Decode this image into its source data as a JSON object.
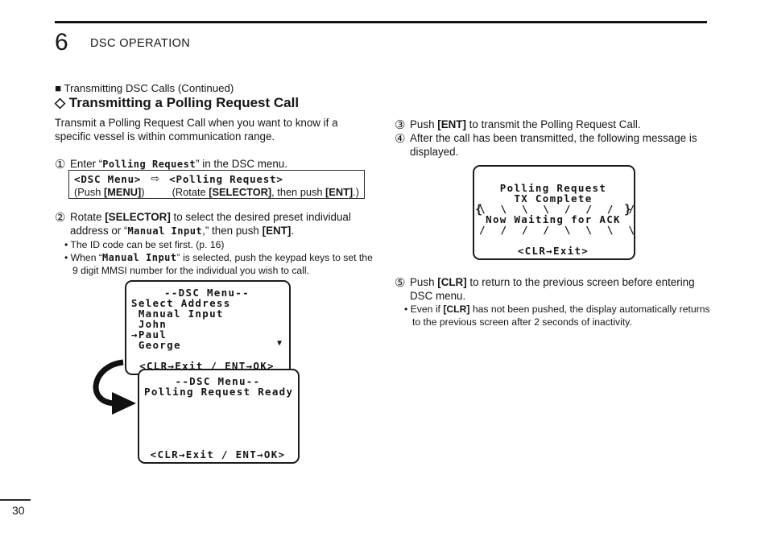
{
  "header": {
    "chapter_number": "6",
    "chapter_title": "DSC OPERATION"
  },
  "intro": {
    "continued": "■ Transmitting DSC Calls (Continued)",
    "title": "◇ Transmitting a Polling Request Call",
    "body": "Transmit a Polling Request Call when you want to know if a specific vessel is within communication range."
  },
  "steps": {
    "s1": {
      "num": "①",
      "t1": "Enter “",
      "lcd": "Polling Request",
      "t2": "” in the DSC menu."
    },
    "s1box": {
      "lcd_left": "<DSC Menu>",
      "arrow": "⇨",
      "lcd_right": "<Polling Request>",
      "p1": "(Push ",
      "b1": "[MENU]",
      "p2": ")",
      "p3": "(Rotate ",
      "b2": "[SELECTOR]",
      "p4": ", then push ",
      "b3": "[ENT]",
      "p5": ".)"
    },
    "s2": {
      "num": "②",
      "t1": "Rotate ",
      "b1": "[SELECTOR]",
      "t2": " to select the desired preset individual address or “",
      "lcd": "Manual Input",
      "t3": ",” then push ",
      "b2": "[ENT]",
      "t4": ".",
      "bullet1": "• The ID code can be set first. (p. 16)",
      "bullet2_t1": "• When “",
      "bullet2_lcd": "Manual Input",
      "bullet2_t2": "” is selected, push the keypad keys to set the 9 digit MMSI number for the individual you wish to call."
    },
    "s3": {
      "num": "③",
      "t1": "Push ",
      "b1": "[ENT]",
      "t2": " to transmit the Polling Request Call."
    },
    "s4": {
      "num": "④",
      "text": "After the call has been transmitted, the following message is displayed."
    },
    "s5": {
      "num": "⑤",
      "t1": "Push ",
      "b1": "[CLR]",
      "t2": " to return to the previous screen before entering DSC menu.",
      "bullet_t1": "• Even if ",
      "bullet_b1": "[CLR]",
      "bullet_t2": " has not been pushed, the display automatically returns to the previous screen after 2 seconds of inactivity."
    }
  },
  "lcd1": {
    "title": "--DSC Menu--",
    "l1": "Select Address",
    "l2": " Manual Input",
    "l3": " John",
    "l4": "→Paul",
    "l5": " George",
    "cursor": "▼",
    "footer": "<CLR→Exit / ENT→OK>"
  },
  "lcd2": {
    "title": "--DSC Menu--",
    "l1": "Polling Request Ready",
    "footer": "<CLR→Exit / ENT→OK>"
  },
  "lcd3": {
    "l1": "Polling Request",
    "l2": "TX Complete",
    "flash_top": "\\  \\  \\  \\  /  /  /  /",
    "l3": "Now Waiting for ACK",
    "flash_bottom": "/  /  /  /  \\  \\  \\  \\",
    "brace_left": "{",
    "brace_right": "}",
    "footer": "<CLR→Exit>"
  },
  "footer": {
    "page_number": "30"
  }
}
